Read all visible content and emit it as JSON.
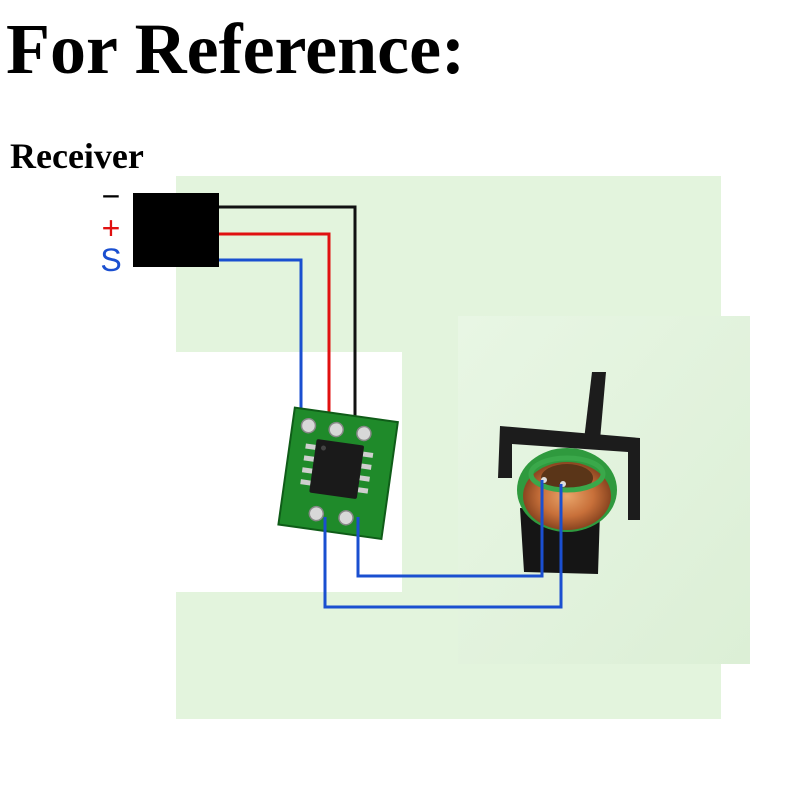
{
  "title": "For Reference:",
  "receiver_label": "Receiver",
  "pins": [
    {
      "label": "−",
      "color": "#000000"
    },
    {
      "label": "+",
      "color": "#e01010"
    },
    {
      "label": "S",
      "color": "#1a4fd0"
    }
  ],
  "colors": {
    "background_panel": "#e3f4dd",
    "wire_black": "#111111",
    "wire_red": "#e01010",
    "wire_blue": "#1a4fd0",
    "pcb_green": "#1f8a2a",
    "receiver_block": "#000000"
  }
}
